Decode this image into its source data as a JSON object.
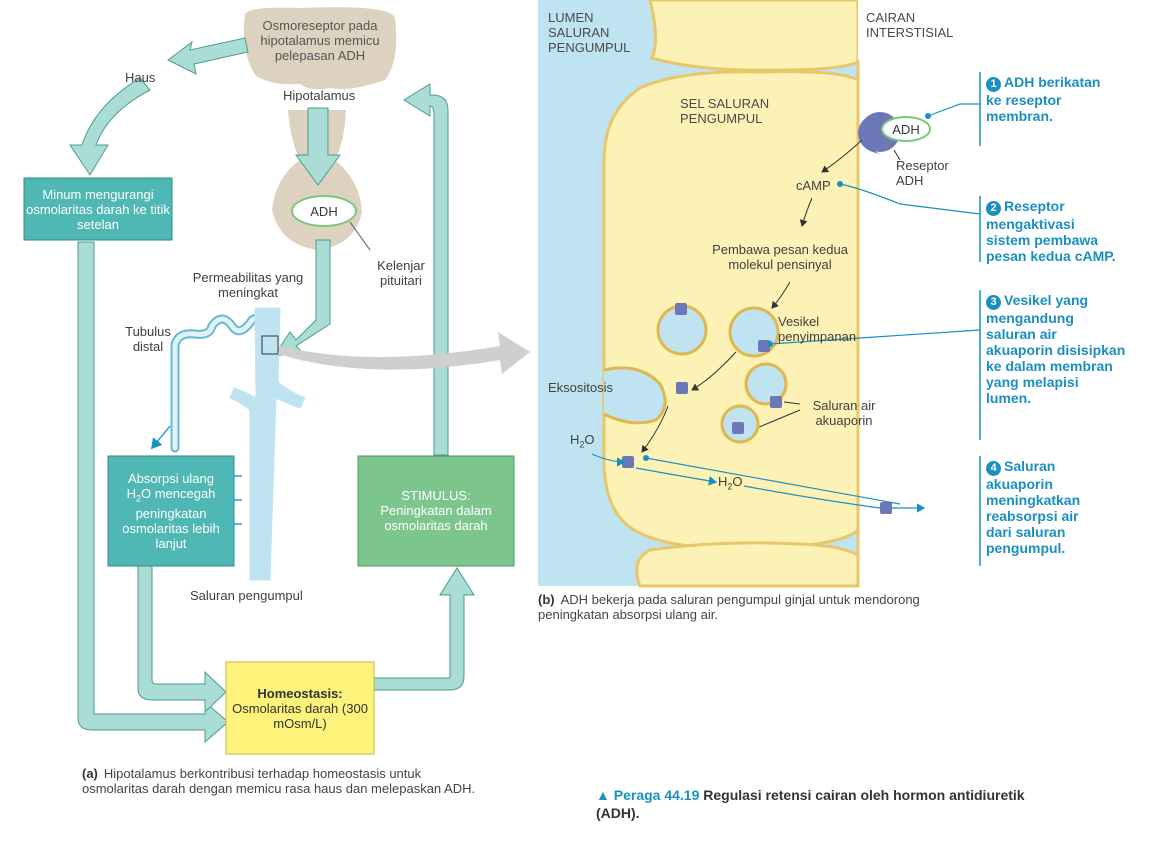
{
  "panel_a": {
    "osmoreceptor": "Osmoreseptor pada hipotalamus memicu pelepasan ADH",
    "hypothalamus": "Hipotalamus",
    "thirst": "Haus",
    "drink_box": "Minum mengurangi osmolaritas darah ke titik setelan",
    "adh": "ADH",
    "pituitary": "Kelenjar pituitari",
    "permeability": "Permeabilitas yang meningkat",
    "distal_tubule": "Tubulus distal",
    "reabsorption_box_line1": "Absorpsi ulang",
    "reabsorption_box_h": "H",
    "reabsorption_box_sub": "2",
    "reabsorption_box_line2": "O mencegah",
    "reabsorption_box_rest": "peningkatan osmolaritas lebih lanjut",
    "stimulus_title": "STIMULUS:",
    "stimulus_text": "Peningkatan dalam osmolaritas darah",
    "collecting_duct": "Saluran pengumpul",
    "homeostasis_title": "Homeostasis:",
    "homeostasis_text": "Osmolaritas darah (300 mOsm/L)",
    "caption_label": "(a)",
    "caption_text": "Hipotalamus berkontribusi terhadap homeostasis untuk osmolaritas darah dengan memicu rasa haus dan melepaskan ADH."
  },
  "panel_b": {
    "lumen": "LUMEN SALURAN PENGUMPUL",
    "interstitial": "CAIRAN INTERSTISIAL",
    "cell": "SEL SALURAN PENGUMPUL",
    "adh": "ADH",
    "receptor": "Reseptor ADH",
    "camp": "cAMP",
    "second_messenger": "Pembawa pesan kedua molekul pensinyal",
    "storage_vesicle": "Vesikel penyimpanan",
    "exocytosis": "Eksositosis",
    "aquaporin": "Saluran air akuaporin",
    "h2o_a": "H",
    "h2o_sub": "2",
    "h2o_b": "O",
    "steps": [
      {
        "n": "1",
        "text": "ADH berikatan ke reseptor membran."
      },
      {
        "n": "2",
        "text": "Reseptor mengaktivasi sistem pembawa pesan kedua cAMP."
      },
      {
        "n": "3",
        "text": "Vesikel yang mengandung saluran air akuaporin disisipkan ke dalam membran yang melapisi lumen."
      },
      {
        "n": "4",
        "text": "Saluran akuaporin meningkatkan reabsorpsi air dari saluran pengumpul."
      }
    ],
    "caption_label": "(b)",
    "caption_text": "ADH bekerja pada saluran pengumpul ginjal untuk mendorong peningkatan absorpsi ulang air."
  },
  "figure": {
    "number": "Peraga 44.19",
    "title": "Regulasi retensi cairan oleh hormon antidiuretik (ADH)."
  },
  "colors": {
    "arrow": "#a9ddd5",
    "arrow_edge": "#4c9c92",
    "teal_box": "#4fb7b4",
    "green_box": "#7cc68e",
    "yellow_box": "#fdf27a",
    "brain": "#ddd2c0",
    "lumen": "#bfe3f0",
    "cell": "#fdf2b6",
    "cell_edge": "#e8c66a",
    "accent": "#1a8fc0"
  }
}
